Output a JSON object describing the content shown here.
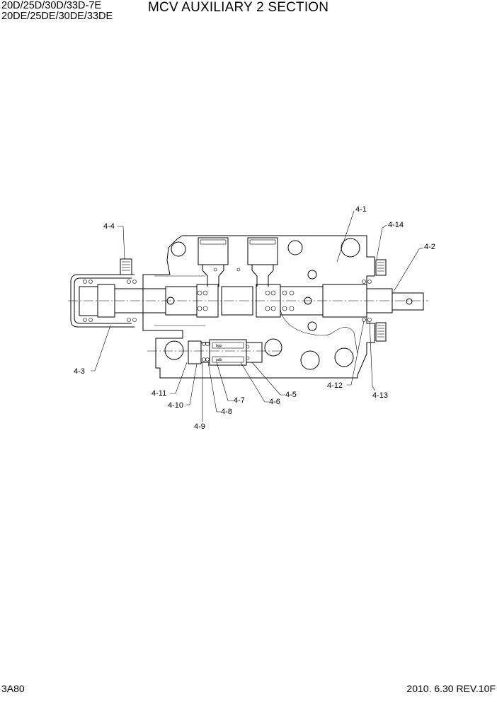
{
  "header": {
    "model_line_1": "20D/25D/30D/33D-7E",
    "model_line_2": "20DE/25DE/30DE/33DE",
    "title": "MCV AUXILIARY 2  SECTION"
  },
  "footer": {
    "page_code": "3A80",
    "revision": "2010. 6.30  REV.10F"
  },
  "drawing": {
    "part_labels": {
      "p4_1": "4-1",
      "p4_2": "4-2",
      "p4_3": "4-3",
      "p4_4": "4-4",
      "p4_5": "4-5",
      "p4_6": "4-6",
      "p4_7": "4-7",
      "p4_8": "4-8",
      "p4_9": "4-9",
      "p4_10": "4-10",
      "p4_11": "4-11",
      "p4_12": "4-12",
      "p4_13": "4-13",
      "p4_14": "4-14"
    },
    "inner_marks": {
      "top_mark": "bgp",
      "bottom_mark": "pdb"
    }
  }
}
